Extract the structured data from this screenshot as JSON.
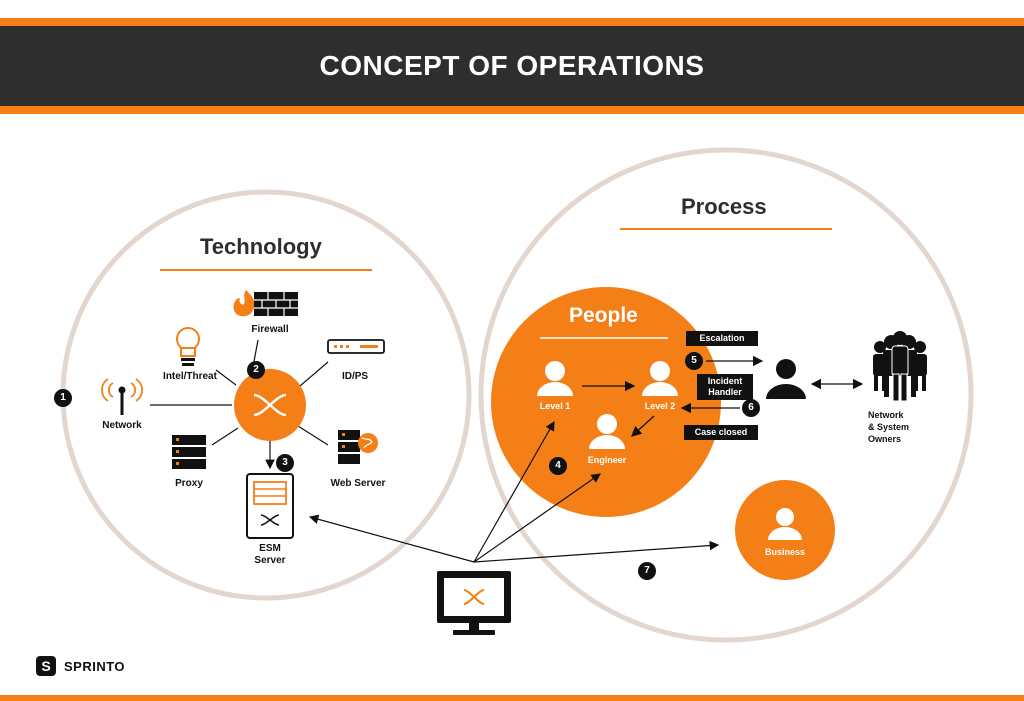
{
  "title": "CONCEPT OF OPERATIONS",
  "colors": {
    "accent": "#f57f17",
    "dark": "#2e2e2e",
    "ring": "#e3d6cf"
  },
  "technology": {
    "title": "Technology",
    "labels": {
      "network": "Network",
      "intel": "Intel/Threat",
      "firewall": "Firewall",
      "idps": "ID/PS",
      "proxy": "Proxy",
      "webserver": "Web Server",
      "esm": "ESM\nServer"
    }
  },
  "process": {
    "title": "Process",
    "people_title": "People",
    "labels": {
      "level1": "Level 1",
      "level2": "Level 2",
      "engineer": "Engineer",
      "business": "Business",
      "owners": "Network\n& System\nOwners"
    },
    "tags": {
      "escalation": "Escalation",
      "incident": "Incident\nHandler",
      "closed": "Case closed"
    }
  },
  "steps": [
    "1",
    "2",
    "3",
    "4",
    "5",
    "6",
    "7"
  ],
  "brand": {
    "mark": "S",
    "name": "SPRINTO"
  }
}
